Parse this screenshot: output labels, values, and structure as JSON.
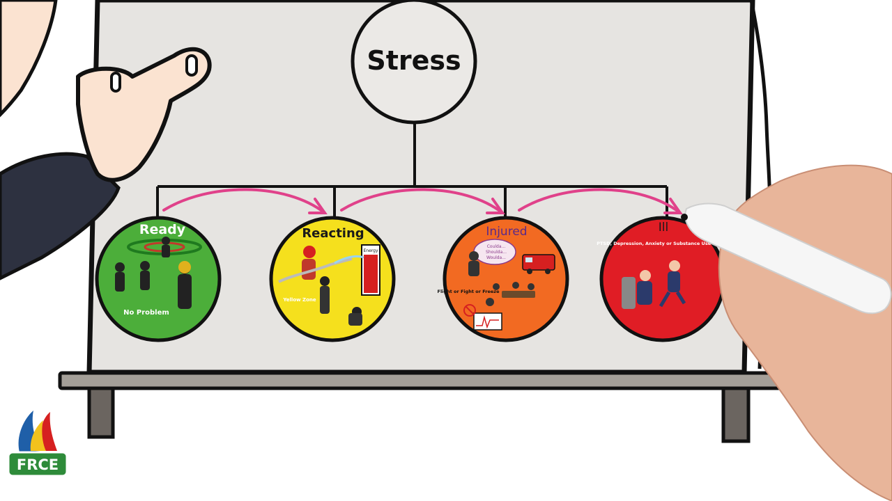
{
  "root": {
    "label": "Stress"
  },
  "stages": [
    {
      "title": "Ready",
      "caption": "No Problem",
      "color": "#4cae3a",
      "title_color": "#ffffff"
    },
    {
      "title": "Reacting",
      "caption": "Yellow Zone",
      "gauge_label": "Energy",
      "color": "#f5e01d",
      "title_color": "#1a1a1a"
    },
    {
      "title": "Injured",
      "thought": [
        "Coulda...",
        "Shoulda...",
        "Woulda..."
      ],
      "caption": "Flight or Fight or Freeze",
      "color": "#f26a22",
      "title_color": "#5a2a8a"
    },
    {
      "title": "Ill",
      "caption": "PTSD, Depression, Anxiety or Substance Use Disorder",
      "color": "#e01d25",
      "title_color": "#1a1a1a"
    }
  ],
  "colors": {
    "board": "#e6e4e1",
    "arrow": "#e0418a",
    "ink": "#111111",
    "shelf": "#a49f98"
  },
  "logo": {
    "text": "FRCE"
  }
}
